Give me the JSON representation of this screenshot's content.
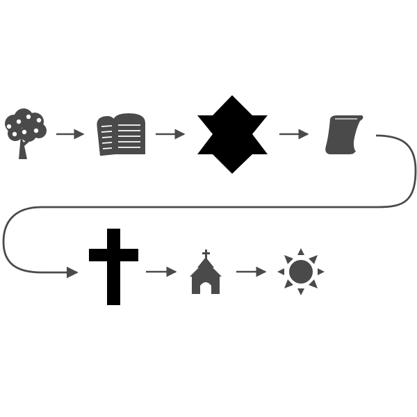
{
  "diagram": {
    "type": "icon-sequence",
    "colors": {
      "icon_gray": "#4a4a4a",
      "icon_black": "#000000",
      "arrow": "#4a4a4a",
      "background": "#ffffff"
    },
    "nodes": [
      {
        "id": "tree",
        "icon": "fruit-tree-icon"
      },
      {
        "id": "tablets",
        "icon": "stone-tablets-icon"
      },
      {
        "id": "star",
        "icon": "six-pointed-star-icon"
      },
      {
        "id": "scroll",
        "icon": "scroll-icon"
      },
      {
        "id": "cross",
        "icon": "cross-icon"
      },
      {
        "id": "church",
        "icon": "church-icon"
      },
      {
        "id": "sun",
        "icon": "sun-icon"
      }
    ],
    "connections": [
      {
        "from": "tree",
        "to": "tablets",
        "style": "arrow"
      },
      {
        "from": "tablets",
        "to": "star",
        "style": "arrow"
      },
      {
        "from": "star",
        "to": "scroll",
        "style": "arrow"
      },
      {
        "from": "scroll",
        "to": "cross",
        "style": "curved-arrow"
      },
      {
        "from": "cross",
        "to": "church",
        "style": "arrow"
      },
      {
        "from": "church",
        "to": "sun",
        "style": "arrow"
      }
    ]
  }
}
